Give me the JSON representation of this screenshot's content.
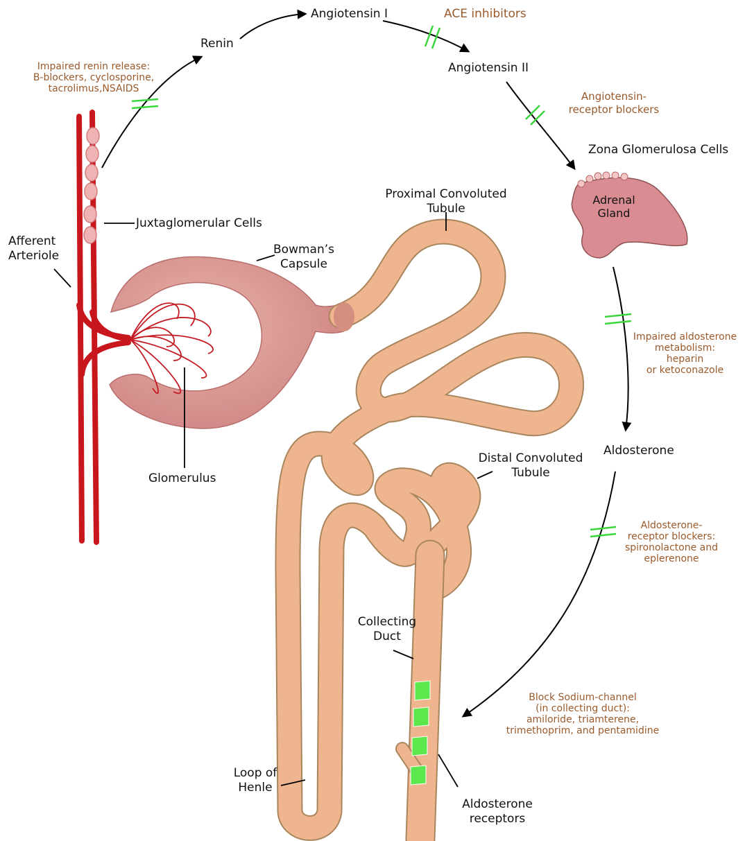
{
  "labels": {
    "angiotensin_1": "Angiotensin I",
    "ace_inhibitors": "ACE inhibitors",
    "renin": "Renin",
    "angiotensin_2": "Angiotensin II",
    "impaired_renin": [
      "Impaired renin release:",
      "B-blockers, cyclosporine,",
      "tacrolimus,NSAIDS"
    ],
    "arb": [
      "Angiotensin-",
      "receptor blockers"
    ],
    "zona": "Zona Glomerulosa Cells",
    "adrenal": [
      "Adrenal",
      "Gland"
    ],
    "proximal": [
      "Proximal Convoluted",
      "Tubule"
    ],
    "juxta": "Juxtaglomerular Cells",
    "afferent": [
      "Afferent",
      "Arteriole"
    ],
    "bowman": [
      "Bowman’s",
      "Capsule"
    ],
    "impaired_aldo": [
      "Impaired aldosterone",
      "metabolism:",
      "heparin",
      "or ketoconazole"
    ],
    "aldosterone": "Aldosterone",
    "distal": [
      "Distal Convoluted",
      "Tubule"
    ],
    "glomerulus": "Glomerulus",
    "aldo_blockers": [
      "Aldosterone-",
      "receptor blockers:",
      "spironolactone and",
      "eplerenone"
    ],
    "collecting": [
      "Collecting",
      "Duct"
    ],
    "sodium": [
      "Block Sodium-channel",
      "(in collecting duct):",
      "amiloride, triamterene,",
      "trimethoprim, and pentamidine"
    ],
    "loop": [
      "Loop of",
      "Henle"
    ],
    "aldo_receptors": [
      "Aldosterone",
      "receptors"
    ]
  },
  "colors": {
    "artery": "#c8161d",
    "capsule": "#d58d8c",
    "tubule": "#efb58e",
    "block_mark": "#39d53a",
    "drug_text": "#9a5a2c",
    "receptor": "#5be84d"
  }
}
